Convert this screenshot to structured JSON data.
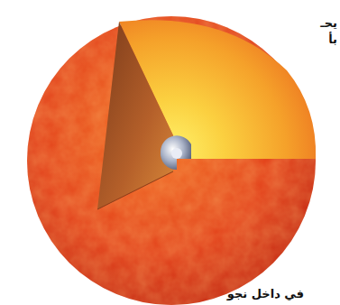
{
  "diagram": {
    "labels": [
      "يحـ",
      "بأ",
      "في داخل نجو"
    ]
  }
}
